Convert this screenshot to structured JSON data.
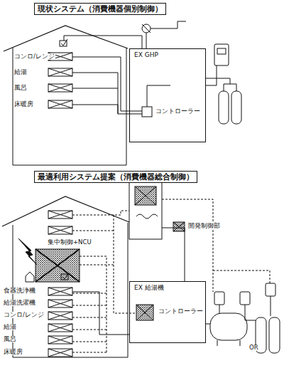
{
  "diagram": {
    "nodes": [
      {
        "text": [
          "現状システム（消費機器個別制御）"
        ]
      },
      {
        "text": [
          "EX GHP"
        ]
      },
      {
        "text": [
          "最適利用システム提案（消費機器総合制御）"
        ]
      },
      {
        "text": [
          "EX 給湯機"
        ]
      }
    ],
    "labels": [
      "コンロ/レンジ",
      "給湯",
      "風呂",
      "床暖房",
      "コントローラー",
      "集中制御+NCU",
      "食器洗浄機",
      "給湯洗濯機",
      "コンロ/レンジ",
      "給湯",
      "風呂",
      "床暖房",
      "コントローラー",
      "OR"
    ],
    "legend": [
      {
        "text": "開発制御部"
      }
    ]
  }
}
